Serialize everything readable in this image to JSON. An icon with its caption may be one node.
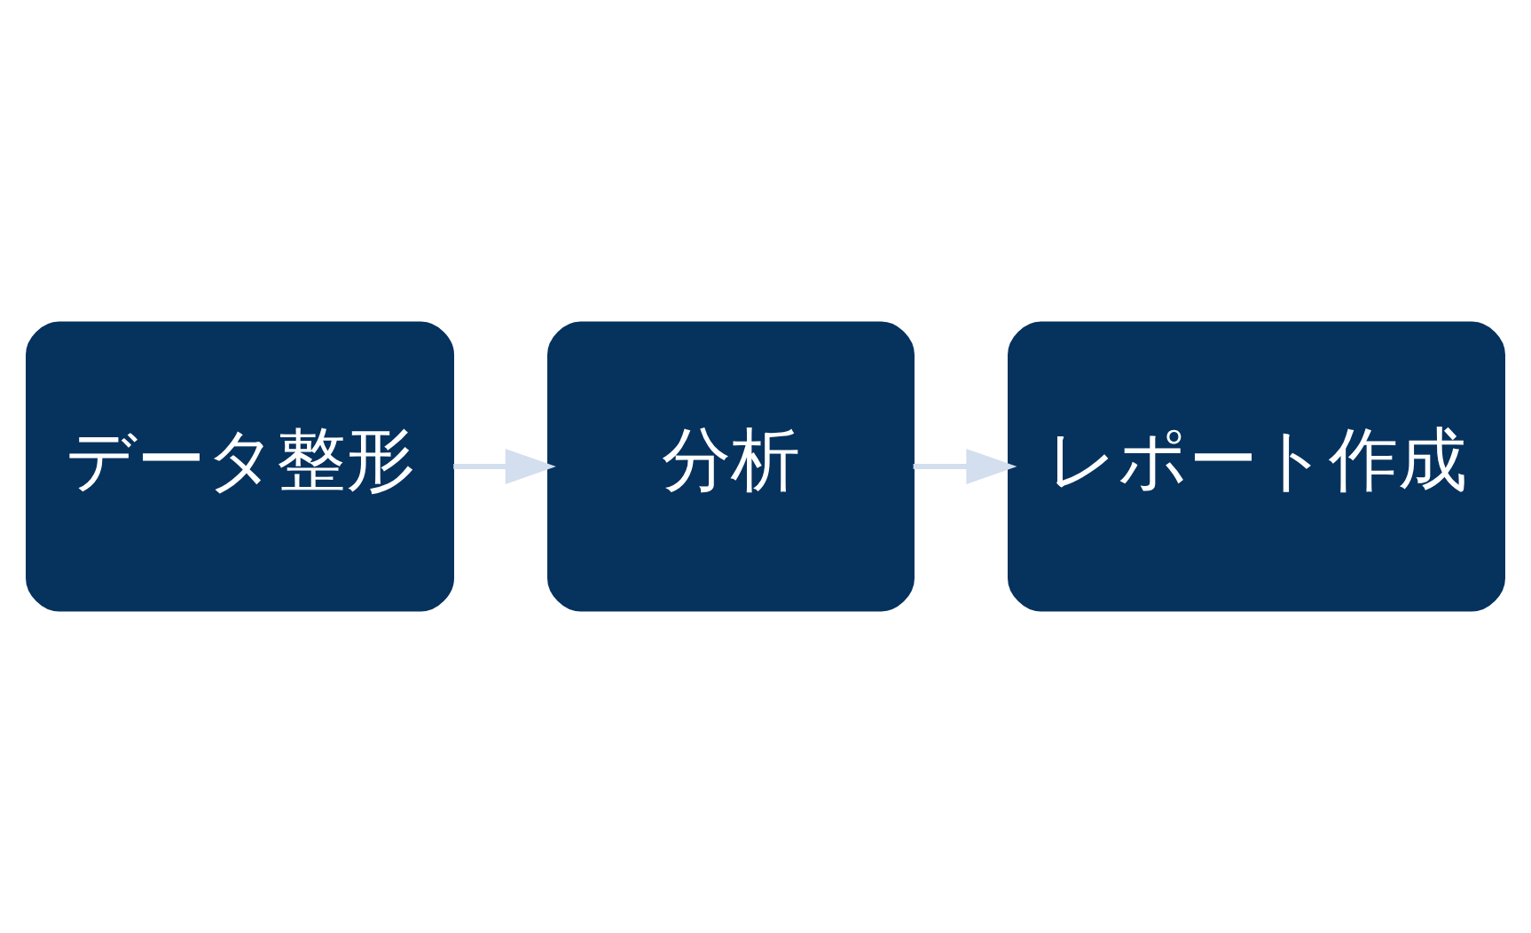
{
  "diagram": {
    "nodes": [
      {
        "text": [
          "データ整形"
        ]
      },
      {
        "text": [
          "分析"
        ]
      },
      {
        "text": [
          "レポート作成"
        ]
      }
    ],
    "edges": [
      {
        "from": 0,
        "to": 1,
        "arrow": "to",
        "color": "#d3deef"
      },
      {
        "from": 1,
        "to": 2,
        "arrow": "to",
        "color": "#d3deef"
      }
    ]
  }
}
